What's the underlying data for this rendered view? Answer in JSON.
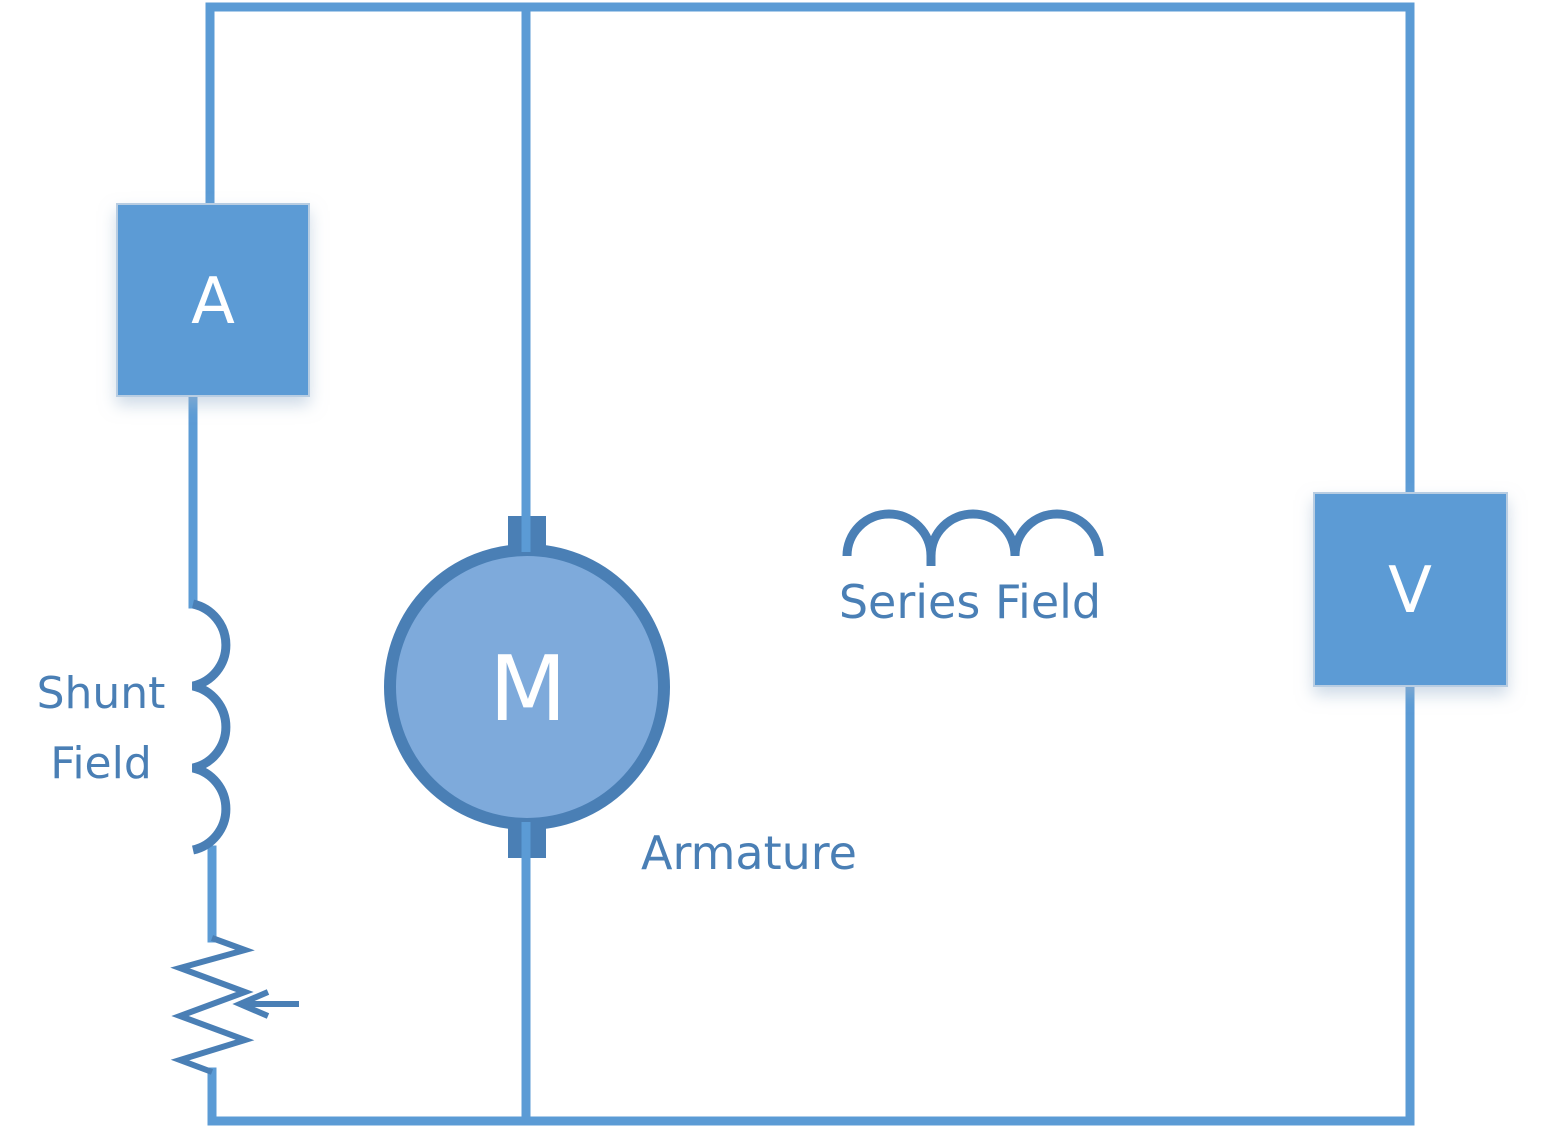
{
  "colors": {
    "wire": "#5b9bd5",
    "dark_wire": "#4a7fb5",
    "meter_fill": "#5b9bd5",
    "motor_fill": "#7eaadb",
    "text": "#4a7fb5",
    "background": "#ffffff"
  },
  "components": {
    "ammeter": {
      "symbol": "A"
    },
    "voltmeter": {
      "symbol": "V"
    },
    "motor": {
      "symbol": "M"
    },
    "rheostat": {
      "icon": "variable-resistor-icon"
    }
  },
  "labels": {
    "shunt_line1": "Shunt",
    "shunt_line2": "Field",
    "series_field": "Series Field",
    "armature": "Armature"
  }
}
